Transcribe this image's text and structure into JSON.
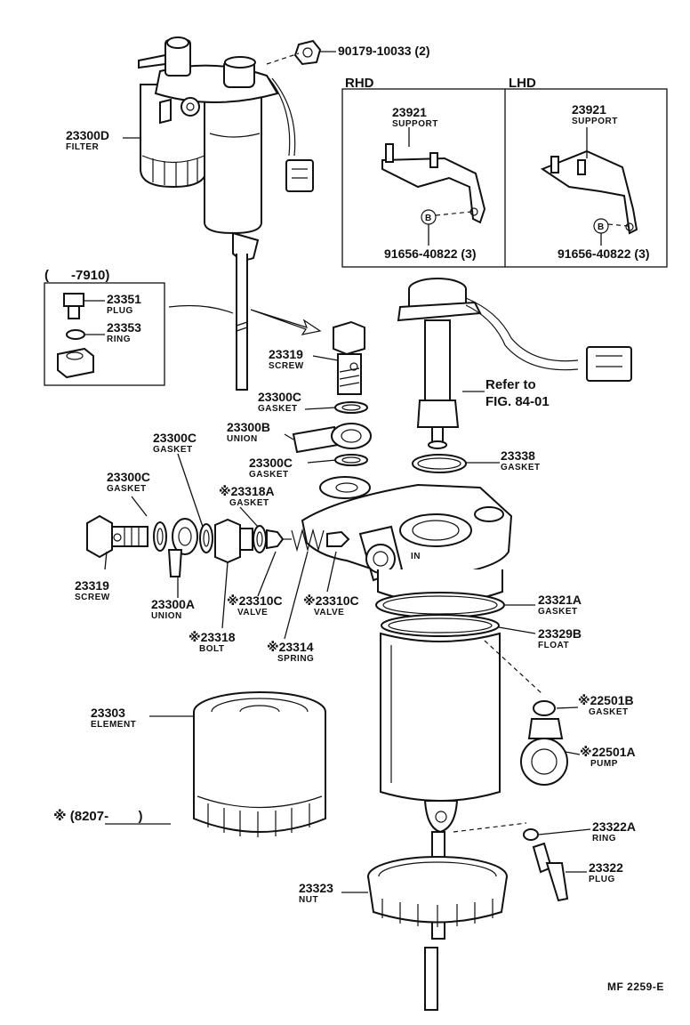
{
  "figure_code": "MF 2259-E",
  "reference": {
    "line1": "Refer to",
    "line2": "FIG. 84-01"
  },
  "date_note": "※ (8207-        )",
  "inset_left": {
    "range": "(      -7910)"
  },
  "inset_right": {
    "rhd": "RHD",
    "lhd": "LHD"
  },
  "callouts": [
    {
      "id": "c1",
      "number": "90179-10033 (2)",
      "name": ""
    },
    {
      "id": "c2",
      "number": "23300D",
      "name": "FILTER"
    },
    {
      "id": "c3",
      "number": "23921",
      "name": "SUPPORT"
    },
    {
      "id": "c4",
      "number": "23921",
      "name": "SUPPORT"
    },
    {
      "id": "c5",
      "number": "91656-40822 (3)",
      "name": ""
    },
    {
      "id": "c6",
      "number": "91656-40822 (3)",
      "name": ""
    },
    {
      "id": "c7",
      "number": "23351",
      "name": "PLUG"
    },
    {
      "id": "c8",
      "number": "23353",
      "name": "RING"
    },
    {
      "id": "c9",
      "number": "23319",
      "name": "SCREW"
    },
    {
      "id": "c10",
      "number": "23300C",
      "name": "GASKET"
    },
    {
      "id": "c11",
      "number": "23300B",
      "name": "UNION"
    },
    {
      "id": "c12",
      "number": "23300C",
      "name": "GASKET"
    },
    {
      "id": "c13",
      "number": "23300C",
      "name": "GASKET"
    },
    {
      "id": "c14",
      "number": "23300C",
      "name": "GASKET"
    },
    {
      "id": "c15",
      "number": "※23318A",
      "name": "GASKET"
    },
    {
      "id": "c16",
      "number": "23338",
      "name": "GASKET"
    },
    {
      "id": "c17",
      "number": "23319",
      "name": "SCREW"
    },
    {
      "id": "c18",
      "number": "23300A",
      "name": "UNION"
    },
    {
      "id": "c19",
      "number": "※23310C",
      "name": "VALVE"
    },
    {
      "id": "c20",
      "number": "※23310C",
      "name": "VALVE"
    },
    {
      "id": "c21",
      "number": "※23318",
      "name": "BOLT"
    },
    {
      "id": "c22",
      "number": "※23314",
      "name": "SPRING"
    },
    {
      "id": "c23",
      "number": "23321A",
      "name": "GASKET"
    },
    {
      "id": "c24",
      "number": "23329B",
      "name": "FLOAT"
    },
    {
      "id": "c25",
      "number": "23303",
      "name": "ELEMENT"
    },
    {
      "id": "c26",
      "number": "※22501B",
      "name": "GASKET"
    },
    {
      "id": "c27",
      "number": "※22501A",
      "name": "PUMP"
    },
    {
      "id": "c28",
      "number": "23322A",
      "name": "RING"
    },
    {
      "id": "c29",
      "number": "23322",
      "name": "PLUG"
    },
    {
      "id": "c30",
      "number": "23323",
      "name": "NUT"
    }
  ],
  "bolt_marker": "B",
  "in_marker": "IN"
}
